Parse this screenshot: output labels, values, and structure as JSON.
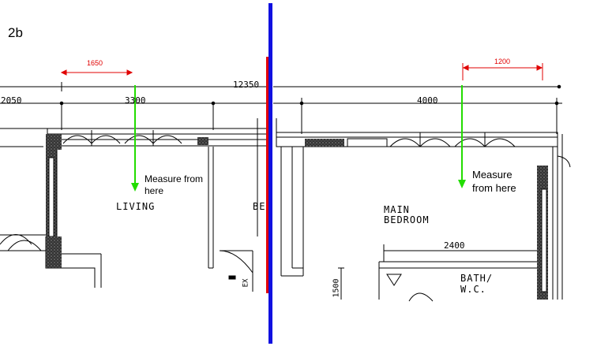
{
  "figure_label": "2b",
  "left_panel": {
    "room_living": "LIVING",
    "room_partial": "BE",
    "dim_overall": "12350",
    "dim_2050": "2050",
    "dim_3300": "3300",
    "measure_offset": "1650",
    "measure_note": "Measure from here",
    "door_mark": "EX"
  },
  "right_panel": {
    "room_main_bedroom_line1": "MAIN",
    "room_main_bedroom_line2": "BEDROOM",
    "room_bath_line1": "BATH/",
    "room_bath_line2": "W.C.",
    "dim_4000": "4000",
    "dim_2400": "2400",
    "dim_1500": "1500",
    "measure_offset": "1200",
    "measure_note": "Measure from here"
  },
  "colors": {
    "divider": "#1010e0",
    "divider_edge": "#e00000",
    "measure_arrow": "#22dd00",
    "offset_dim": "#e00000",
    "wall": "#000000"
  }
}
